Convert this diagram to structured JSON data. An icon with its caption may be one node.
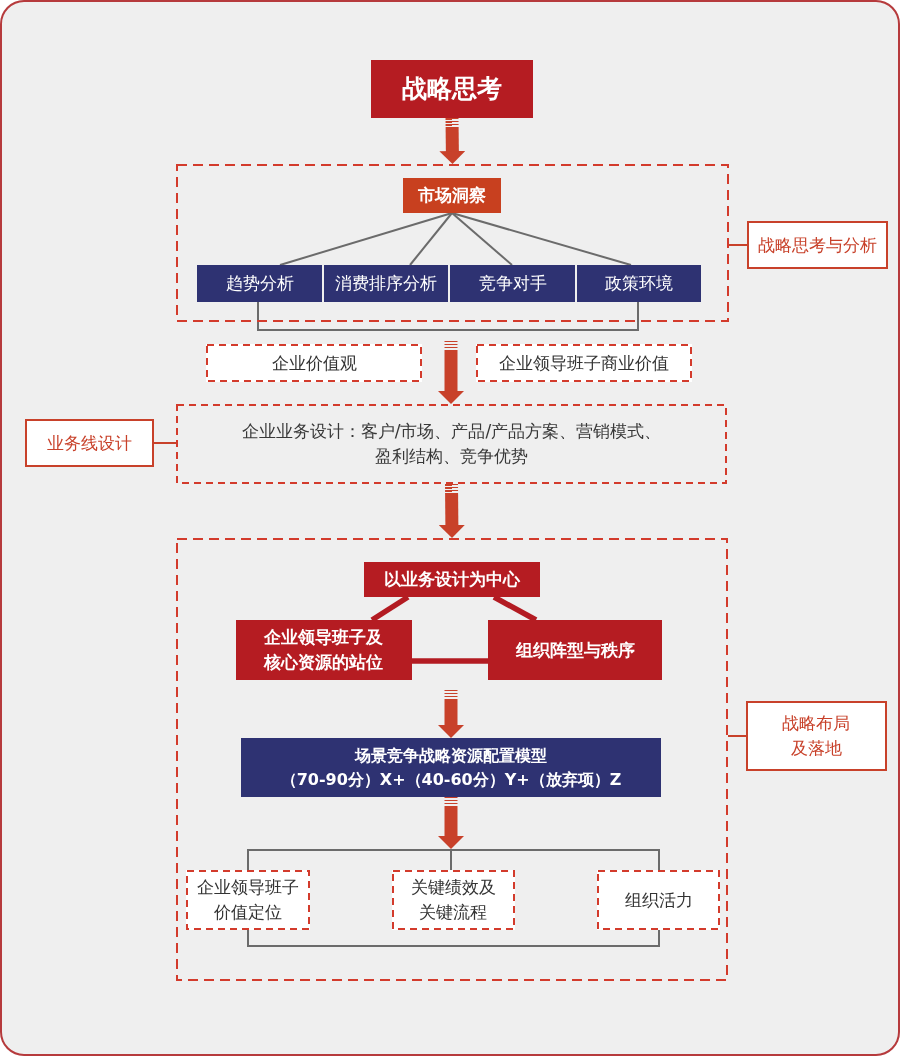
{
  "diagram": {
    "nodes": [
      {
        "text": [
          "战略思考"
        ]
      },
      {
        "text": [],
        "shape": "box"
      },
      {
        "text": [
          "市场洞察"
        ],
        "in": 1
      },
      {
        "text": [
          "趋势分析"
        ],
        "in": 1
      },
      {
        "text": [
          "消费排序分析"
        ],
        "in": 1
      },
      {
        "text": [
          "竞争对手"
        ],
        "in": 1
      },
      {
        "text": [
          "政策环境"
        ],
        "in": 1
      },
      {
        "text": [
          "战略思考与分析"
        ]
      },
      {
        "text": [
          "企业价值观"
        ]
      },
      {
        "text": [
          "企业领导班子商业价值"
        ]
      },
      {
        "text": [
          "业务线设计"
        ]
      },
      {
        "text": [
          "企业业务设计：客户/市场、产品/产品方案、营销模式、盈利结构、竞争优势"
        ]
      },
      {
        "text": [],
        "shape": "box"
      },
      {
        "text": [
          "以业务设计为中心"
        ],
        "in": 12
      },
      {
        "text": [
          "企业领导班子及核心资源的站位"
        ],
        "in": 12
      },
      {
        "text": [
          "组织阵型与秩序"
        ],
        "in": 12
      },
      {
        "text": [
          "场景竞争战略资源配置模型",
          "（70-90分）X+（40-60分）Y+（放弃项）Z"
        ],
        "in": 12
      },
      {
        "text": [],
        "shape": "bar",
        "in": 12
      },
      {
        "text": [
          "企业领导班子价值定位"
        ],
        "in": 12
      },
      {
        "text": [
          "关键绩效及关键流程"
        ],
        "in": 12
      },
      {
        "text": [
          "组织活力"
        ],
        "in": 12
      },
      {
        "text": [
          "战略布局及落地"
        ]
      }
    ],
    "edges": [
      {
        "from": 0,
        "to": 1,
        "arrow": "to",
        "style": "thick",
        "color": "#c8412a"
      },
      {
        "from": 2,
        "to": 3,
        "arrow": "none"
      },
      {
        "from": 2,
        "to": 4,
        "arrow": "none"
      },
      {
        "from": 2,
        "to": 5,
        "arrow": "none"
      },
      {
        "from": 2,
        "to": 6,
        "arrow": "none"
      },
      {
        "from": 7,
        "to": 1,
        "arrow": "none",
        "color": "#c8412a"
      },
      {
        "from": 3,
        "to": 6,
        "arrow": "none"
      },
      {
        "from": null,
        "to": 11,
        "arrow": "to",
        "style": "thick",
        "color": "#c8412a"
      },
      {
        "from": 10,
        "to": 11,
        "arrow": "none",
        "color": "#c8412a"
      },
      {
        "from": 11,
        "to": 12,
        "arrow": "to",
        "style": "thick",
        "color": "#c8412a"
      },
      {
        "from": 13,
        "to": 14,
        "arrow": "none",
        "style": "thick",
        "color": "#b31b22"
      },
      {
        "from": 13,
        "to": 15,
        "arrow": "none",
        "style": "thick",
        "color": "#b31b22"
      },
      {
        "from": 14,
        "to": 15,
        "arrow": "none",
        "style": "thick",
        "color": "#b31b22"
      },
      {
        "from": null,
        "to": 16,
        "arrow": "to",
        "style": "thick",
        "color": "#c8412a"
      },
      {
        "from": 16,
        "to": 17,
        "arrow": "to",
        "style": "thick",
        "color": "#c8412a"
      },
      {
        "from": 17,
        "to": 18,
        "arrow": "none"
      },
      {
        "from": 17,
        "to": 19,
        "arrow": "none"
      },
      {
        "from": 17,
        "to": 20,
        "arrow": "none"
      },
      {
        "from": 18,
        "to": 20,
        "arrow": "none"
      },
      {
        "from": 21,
        "to": 12,
        "arrow": "none",
        "color": "#c8412a"
      }
    ]
  }
}
